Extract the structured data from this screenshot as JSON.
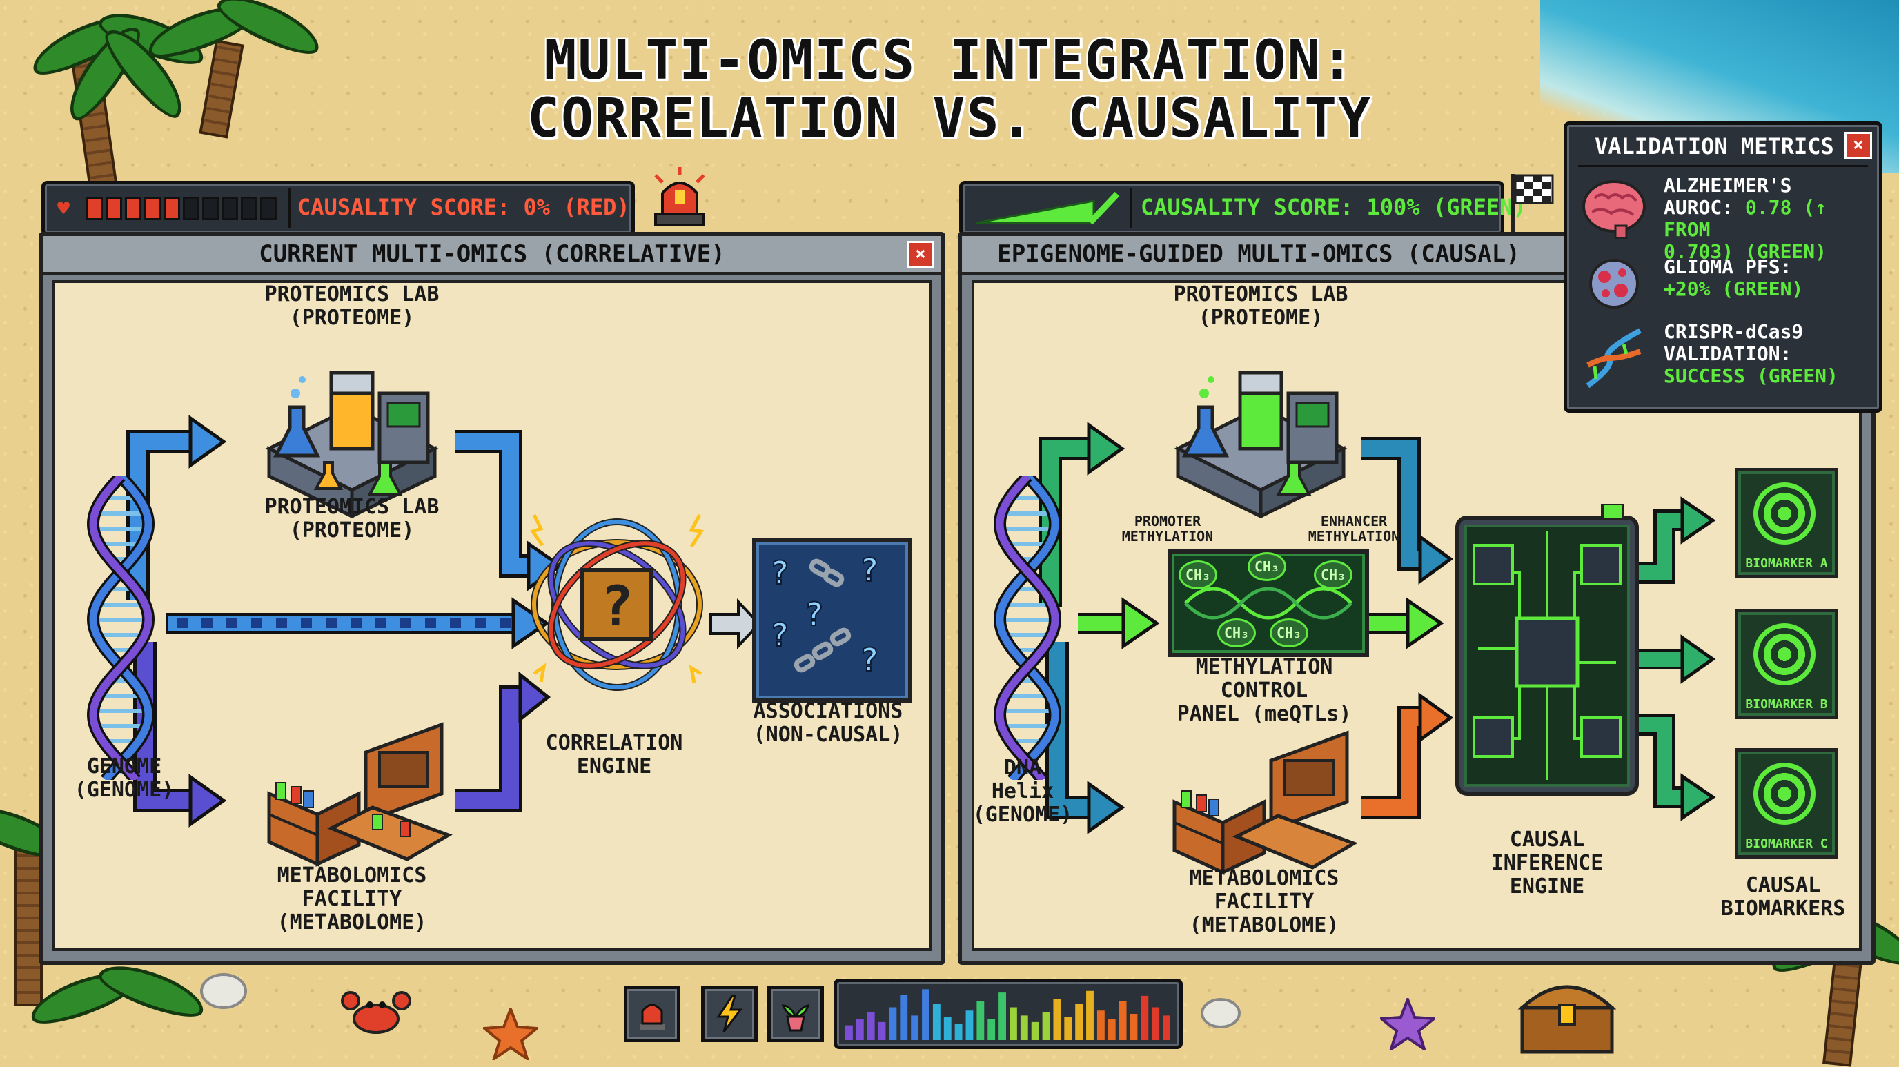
{
  "title": {
    "line1": "MULTI-OMICS INTEGRATION:",
    "line2": "CORRELATION VS. CAUSALITY"
  },
  "left_hud": {
    "score": "CAUSALITY SCORE: 0% (RED)",
    "health_filled": 5,
    "health_total": 10
  },
  "right_hud": {
    "score": "CAUSALITY SCORE: 100% (GREEN)"
  },
  "left_panel": {
    "title": "CURRENT MULTI-OMICS (CORRELATIVE)",
    "close": "×",
    "proteomics_top": "PROTEOMICS LAB\n(PROTEOME)",
    "proteomics_mid": "PROTEOMICS LAB\n(PROTEOME)",
    "genome": "GENOME\n(GENOME)",
    "metabolomics": "METABOLOMICS\nFACILITY\n(METABOLOME)",
    "engine": "CORRELATION\nENGINE",
    "engine_glyph": "?",
    "associations": "ASSOCIATIONS\n(NON-CAUSAL)"
  },
  "right_panel": {
    "title": "EPIGENOME-GUIDED MULTI-OMICS (CAUSAL)",
    "proteomics": "PROTEOMICS LAB\n(PROTEOME)",
    "promoter": "PROMOTER\nMETHYLATION",
    "enhancer": "ENHANCER\nMETHYLATION",
    "ch3": "CH₃",
    "methylation_panel": "METHYLATION CONTROL\nPANEL (meQTLs)",
    "dna": "DNA Helix\n(GENOME)",
    "metabolomics": "METABOLOMICS\nFACILITY\n(METABOLOME)",
    "engine": "CAUSAL\nINFERENCE\nENGINE",
    "biomarkers_label": "CAUSAL\nBIOMARKERS",
    "biomarkers": [
      "BIOMARKER A",
      "BIOMARKER B",
      "BIOMARKER C"
    ]
  },
  "validation": {
    "title": "VALIDATION METRICS",
    "close": "×",
    "metrics": [
      {
        "icon": "brain-icon",
        "label": "ALZHEIMER'S\nAUROC:",
        "value": " 0.78 (↑ FROM\n0.703) (GREEN)"
      },
      {
        "icon": "tumor-cell-icon",
        "label": "GLIOMA PFS:\n",
        "value": "+20% (GREEN)"
      },
      {
        "icon": "dna-icon",
        "label": "CRISPR-dCas9\nVALIDATION:\n",
        "value": "SUCCESS (GREEN)"
      }
    ]
  },
  "toolbar": {
    "equalizer_bars": [
      18,
      26,
      34,
      22,
      40,
      55,
      30,
      62,
      44,
      28,
      20,
      36,
      48,
      26,
      58,
      40,
      30,
      22,
      34,
      50,
      28,
      44,
      60,
      36,
      26,
      48,
      32,
      54,
      40,
      30
    ],
    "equalizer_colors": [
      "#7a4fd6",
      "#3f7ee0",
      "#2fb0d8",
      "#3cc46a",
      "#9bd23a",
      "#e8b020",
      "#e86a20",
      "#e03a2a"
    ]
  },
  "colors": {
    "red": "#e0402a",
    "green": "#5dea3c",
    "blue_arrow": "#3f8fe0",
    "purple_arrow": "#5a4fd0",
    "orange_arrow": "#e8702a"
  }
}
